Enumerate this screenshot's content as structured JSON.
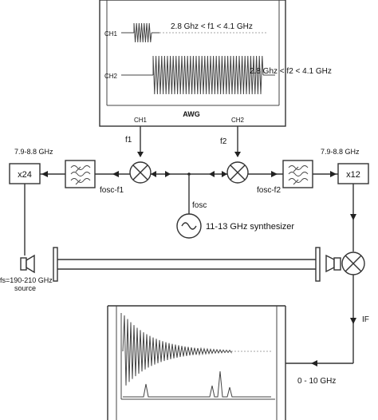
{
  "awg": {
    "title": "AWG",
    "ch1_label": "CH1",
    "ch2_label": "CH2",
    "f1_range": "2.8 Ghz < f1 < 4.1 GHz",
    "f2_range": "2.8 Ghz < f2 < 4.1 GHz",
    "out_ch1": "CH1",
    "out_ch2": "CH2"
  },
  "signals": {
    "f1": "f1",
    "f2": "f2",
    "fosc": "fosc",
    "fosc_f1": "fosc-f1",
    "fosc_f2": "fosc-f2",
    "if_label": "IF",
    "if_range": "0 - 10 GHz"
  },
  "left_chain": {
    "band": "7.9-8.8 GHz",
    "multiplier": "x24",
    "source_line1": "fs=190-210 GHz",
    "source_line2": "source"
  },
  "right_chain": {
    "band": "7.9-8.8 GHz",
    "multiplier": "x12"
  },
  "synth": {
    "label": "11-13 GHz synthesizer"
  }
}
